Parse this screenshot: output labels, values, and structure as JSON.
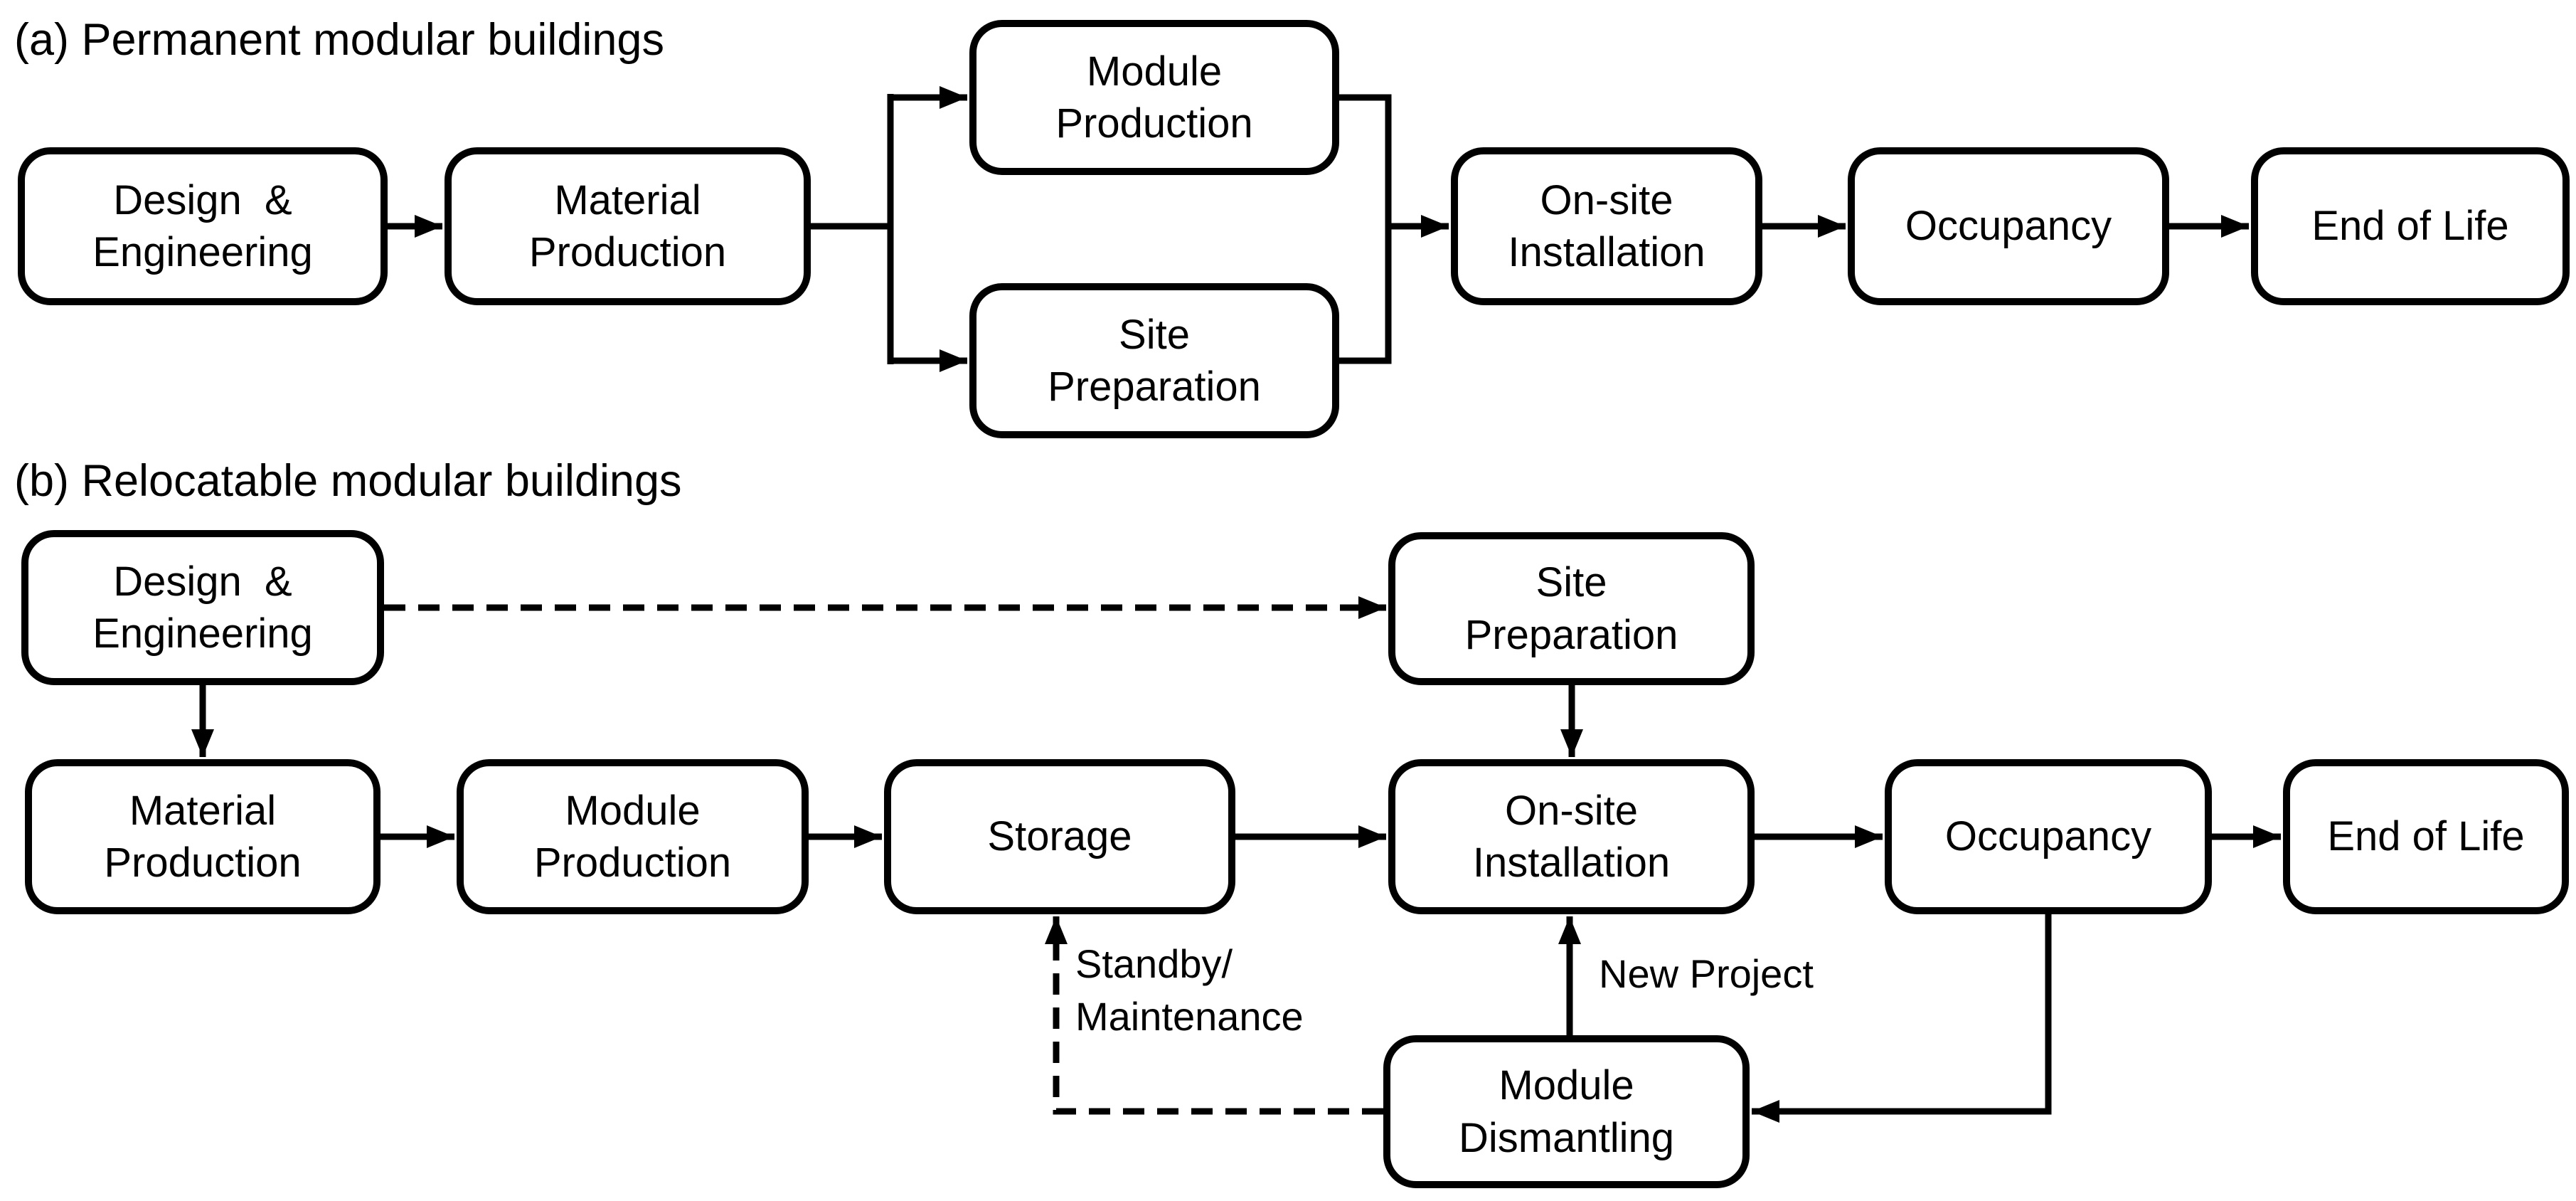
{
  "figure": {
    "background": "#ffffff",
    "line_color": "#000000",
    "text_color": "#000000"
  },
  "sections": {
    "a": {
      "title": "(a) Permanent modular buildings",
      "nodes": {
        "design": "Design  &\nEngineering",
        "material": "Material\nProduction",
        "module": "Module\nProduction",
        "siteprep": "Site\nPreparation",
        "onsite": "On-site\nInstallation",
        "occupancy": "Occupancy",
        "endoflife": "End of Life"
      }
    },
    "b": {
      "title": "(b) Relocatable modular buildings",
      "nodes": {
        "design": "Design  &\nEngineering",
        "siteprep": "Site\nPreparation",
        "material": "Material\nProduction",
        "module": "Module\nProduction",
        "storage": "Storage",
        "onsite": "On-site\nInstallation",
        "occupancy": "Occupancy",
        "endoflife": "End of Life",
        "dismantling": "Module\nDismantling"
      },
      "edge_labels": {
        "standby": "Standby/\nMaintenance",
        "new_project": "New Project"
      }
    }
  },
  "edges": [
    {
      "from": "a.design",
      "to": "a.material",
      "style": "solid"
    },
    {
      "from": "a.material",
      "to": "a.module",
      "style": "solid"
    },
    {
      "from": "a.material",
      "to": "a.siteprep",
      "style": "solid"
    },
    {
      "from": "a.module",
      "to": "a.onsite",
      "style": "solid"
    },
    {
      "from": "a.siteprep",
      "to": "a.onsite",
      "style": "solid"
    },
    {
      "from": "a.onsite",
      "to": "a.occupancy",
      "style": "solid"
    },
    {
      "from": "a.occupancy",
      "to": "a.endoflife",
      "style": "solid"
    },
    {
      "from": "b.design",
      "to": "b.material",
      "style": "solid"
    },
    {
      "from": "b.design",
      "to": "b.siteprep",
      "style": "dashed"
    },
    {
      "from": "b.siteprep",
      "to": "b.onsite",
      "style": "solid"
    },
    {
      "from": "b.material",
      "to": "b.module",
      "style": "solid"
    },
    {
      "from": "b.module",
      "to": "b.storage",
      "style": "solid"
    },
    {
      "from": "b.storage",
      "to": "b.onsite",
      "style": "solid"
    },
    {
      "from": "b.onsite",
      "to": "b.occupancy",
      "style": "solid"
    },
    {
      "from": "b.occupancy",
      "to": "b.endoflife",
      "style": "solid"
    },
    {
      "from": "b.occupancy",
      "to": "b.dismantling",
      "style": "solid"
    },
    {
      "from": "b.dismantling",
      "to": "b.onsite",
      "style": "solid",
      "label": "New Project"
    },
    {
      "from": "b.dismantling",
      "to": "b.storage",
      "style": "dashed",
      "label": "Standby/Maintenance"
    }
  ]
}
